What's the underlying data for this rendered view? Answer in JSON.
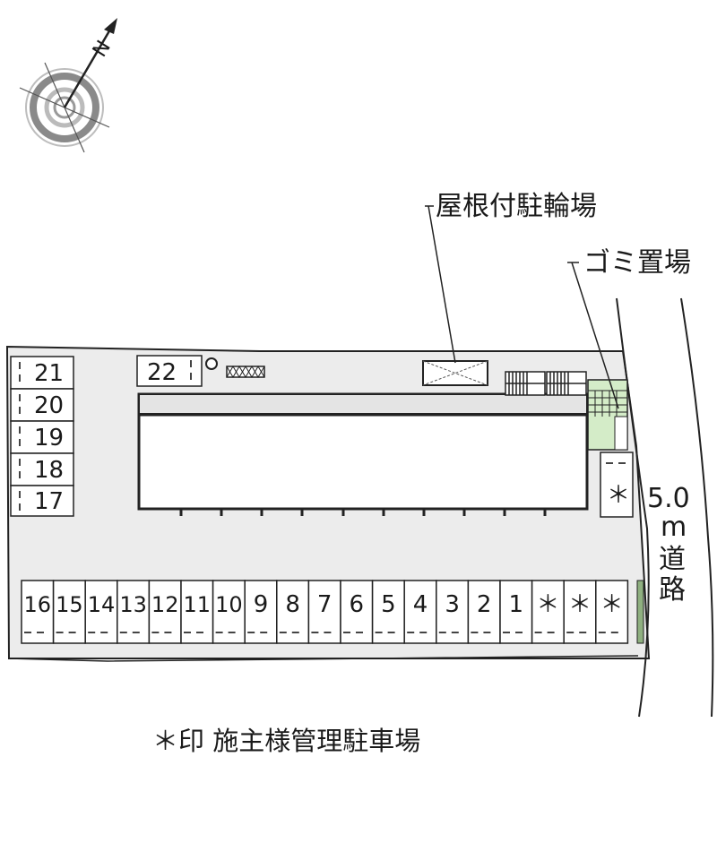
{
  "compass": {
    "north_label": "N",
    "icon": "north-arrow-compass-icon"
  },
  "labels": {
    "bicycle_parking": "屋根付駐輪場",
    "garbage": "ゴミ置場",
    "road_width": "5.0",
    "road_unit": "m",
    "road_char1": "道",
    "road_char2": "路",
    "legend": "＊印 施主様管理駐車場"
  },
  "parking": {
    "left_column": [
      "21",
      "20",
      "19",
      "18",
      "17"
    ],
    "top_spot": "22",
    "bottom_row": [
      "16",
      "15",
      "14",
      "13",
      "12",
      "11",
      "10",
      "9",
      "8",
      "7",
      "6",
      "5",
      "4",
      "3",
      "2",
      "1",
      "＊",
      "＊",
      "＊"
    ],
    "right_spot": "＊"
  },
  "colors": {
    "lot_fill": "#ececec",
    "line": "#222222",
    "green": "#d4ecc8",
    "compass_gray": "#9a9a9a"
  }
}
